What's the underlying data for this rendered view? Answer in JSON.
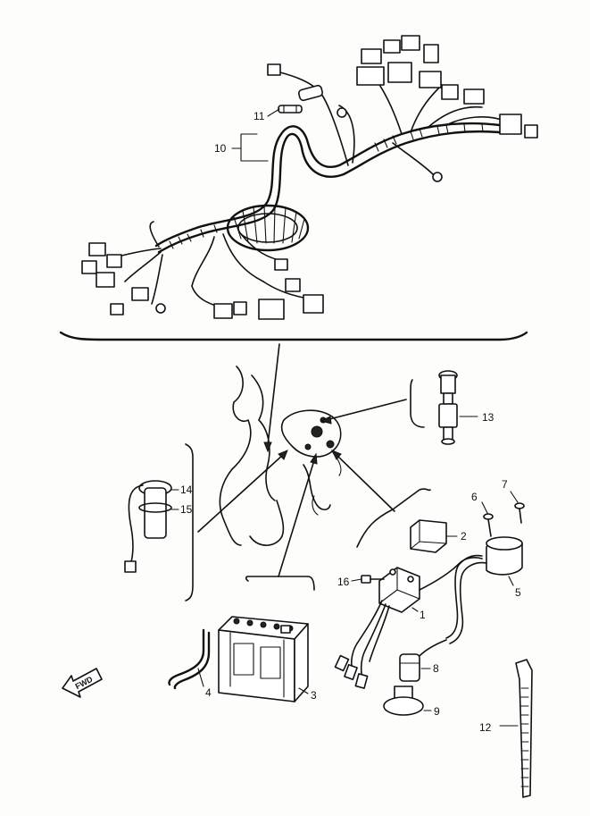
{
  "callouts": {
    "p1": "1",
    "p2": "2",
    "p3": "3",
    "p4": "4",
    "p5": "5",
    "p6": "6",
    "p7": "7",
    "p8": "8",
    "p9": "9",
    "p10": "10",
    "p11": "11",
    "p12": "12",
    "p13": "13",
    "p14": "14",
    "p15": "15",
    "p16": "16"
  },
  "direction_marker": "FWD"
}
